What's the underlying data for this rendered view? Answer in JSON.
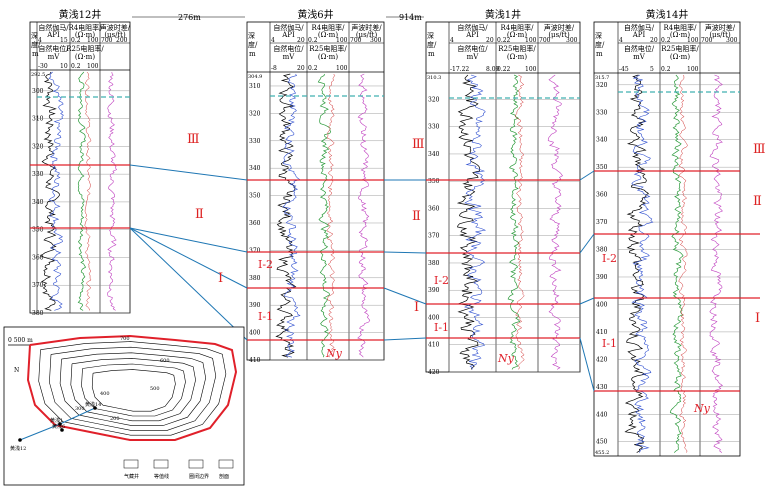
{
  "wells": [
    {
      "name": "黄浅12井",
      "depth_header": [
        "深",
        "度/",
        "m"
      ],
      "col1_top": "自然伽马/API",
      "col1_top_range": [
        "4",
        "15"
      ],
      "col1_bot": "自然电位/mV",
      "col1_bot_range": [
        "-30",
        "10"
      ],
      "col2_top": "R4电阻率/(Ω·m)",
      "col2_top_range": [
        "0.2",
        "100"
      ],
      "col2_bot": "R25电阻率/(Ω·m)",
      "col2_bot_range": [
        "0.2",
        "100"
      ],
      "col3": "声波时差/(μs/ft)",
      "col3_range": [
        "700",
        "200"
      ],
      "top_depth": "292.5",
      "depth_ticks": [
        "300",
        "310",
        "320",
        "330",
        "340",
        "350",
        "360",
        "370",
        "380"
      ],
      "unit_labels": []
    },
    {
      "name": "黄浅6井",
      "depth_header": [
        "深",
        "度/",
        "m"
      ],
      "col1_top": "自然伽马/API",
      "col1_top_range": [
        "4",
        "20"
      ],
      "col1_bot": "自然电位/mV",
      "col1_bot_range": [
        "-8",
        "20"
      ],
      "col2_top": "R4电阻率/(Ω·m)",
      "col2_top_range": [
        "0.2",
        "100"
      ],
      "col2_bot": "R25电阻率/(Ω·m)",
      "col2_bot_range": [
        "0.2",
        "100"
      ],
      "col3": "声波时差/(μs/ft)",
      "col3_range": [
        "700",
        "300"
      ],
      "top_depth": "304.9",
      "depth_ticks": [
        "310",
        "320",
        "330",
        "340",
        "350",
        "360",
        "370",
        "380",
        "390",
        "400",
        "410"
      ],
      "unit_labels": [
        "Ⅰ-2",
        "Ⅰ-1",
        "Ny"
      ]
    },
    {
      "name": "黄浅1井",
      "depth_header": [
        "深",
        "度/",
        "m"
      ],
      "col1_top": "自然伽马/API",
      "col1_top_range": [
        "4",
        "20"
      ],
      "col1_bot": "自然电位/mV",
      "col1_bot_range": [
        "-17.22",
        "8.09"
      ],
      "col2_top": "R4电阻率/(Ω·m)",
      "col2_top_range": [
        "0.22",
        "100"
      ],
      "col2_bot": "R25电阻率/(Ω·m)",
      "col2_bot_range": [
        "0.22",
        "100"
      ],
      "col3": "声波时差/(μs/ft)",
      "col3_range": [
        "700",
        "300"
      ],
      "top_depth": "310.3",
      "depth_ticks": [
        "320",
        "330",
        "340",
        "350",
        "360",
        "370",
        "380",
        "390",
        "400",
        "410",
        "420"
      ],
      "unit_labels": [
        "Ⅰ-2",
        "Ⅰ-1",
        "Ny"
      ]
    },
    {
      "name": "黄浅14井",
      "depth_header": [
        "深",
        "度/",
        "m"
      ],
      "col1_top": "自然伽马/API",
      "col1_top_range": [
        "4",
        "20"
      ],
      "col1_bot": "自然电位/mV",
      "col1_bot_range": [
        "-45",
        "5"
      ],
      "col2_top": "R4电阻率/(Ω·m)",
      "col2_top_range": [
        "0.2",
        "100"
      ],
      "col2_bot": "R25电阻率/(Ω·m)",
      "col2_bot_range": [
        "0.2",
        "100"
      ],
      "col3": "声波时差/(μs/ft)",
      "col3_range": [
        "700",
        "300"
      ],
      "top_depth": "315.7",
      "depth_ticks": [
        "320",
        "330",
        "340",
        "350",
        "360",
        "370",
        "380",
        "390",
        "400",
        "410",
        "420",
        "430",
        "440",
        "450"
      ],
      "bottom_depth": "455.2",
      "unit_labels": [
        "Ⅰ-2",
        "Ⅰ-1",
        "Ny"
      ]
    }
  ],
  "spacing": [
    "276m",
    "914m"
  ],
  "zones": {
    "gap1": [
      "Ⅲ",
      "Ⅱ",
      "Ⅰ"
    ],
    "gap2": [
      "Ⅲ",
      "Ⅱ",
      "Ⅰ"
    ],
    "right": [
      "Ⅲ",
      "Ⅱ",
      "Ⅰ"
    ]
  },
  "map": {
    "scale": "0   500 m",
    "contours": [
      "700",
      "600",
      "500",
      "400",
      "300",
      "200"
    ],
    "wells": [
      "黄浅12",
      "黄浅1",
      "黄浅14",
      "黄浅6"
    ],
    "legend": [
      "气藏井",
      "等值线",
      "圈闭边界",
      "剖面"
    ]
  },
  "colors": {
    "boundary": "#e0202a",
    "correlation": "#1f77b4",
    "gr": "#000000",
    "sp": "#3050d0",
    "resist": "#2a9a3a",
    "acoustic": "#c040c0",
    "water": "#40b0b0"
  }
}
